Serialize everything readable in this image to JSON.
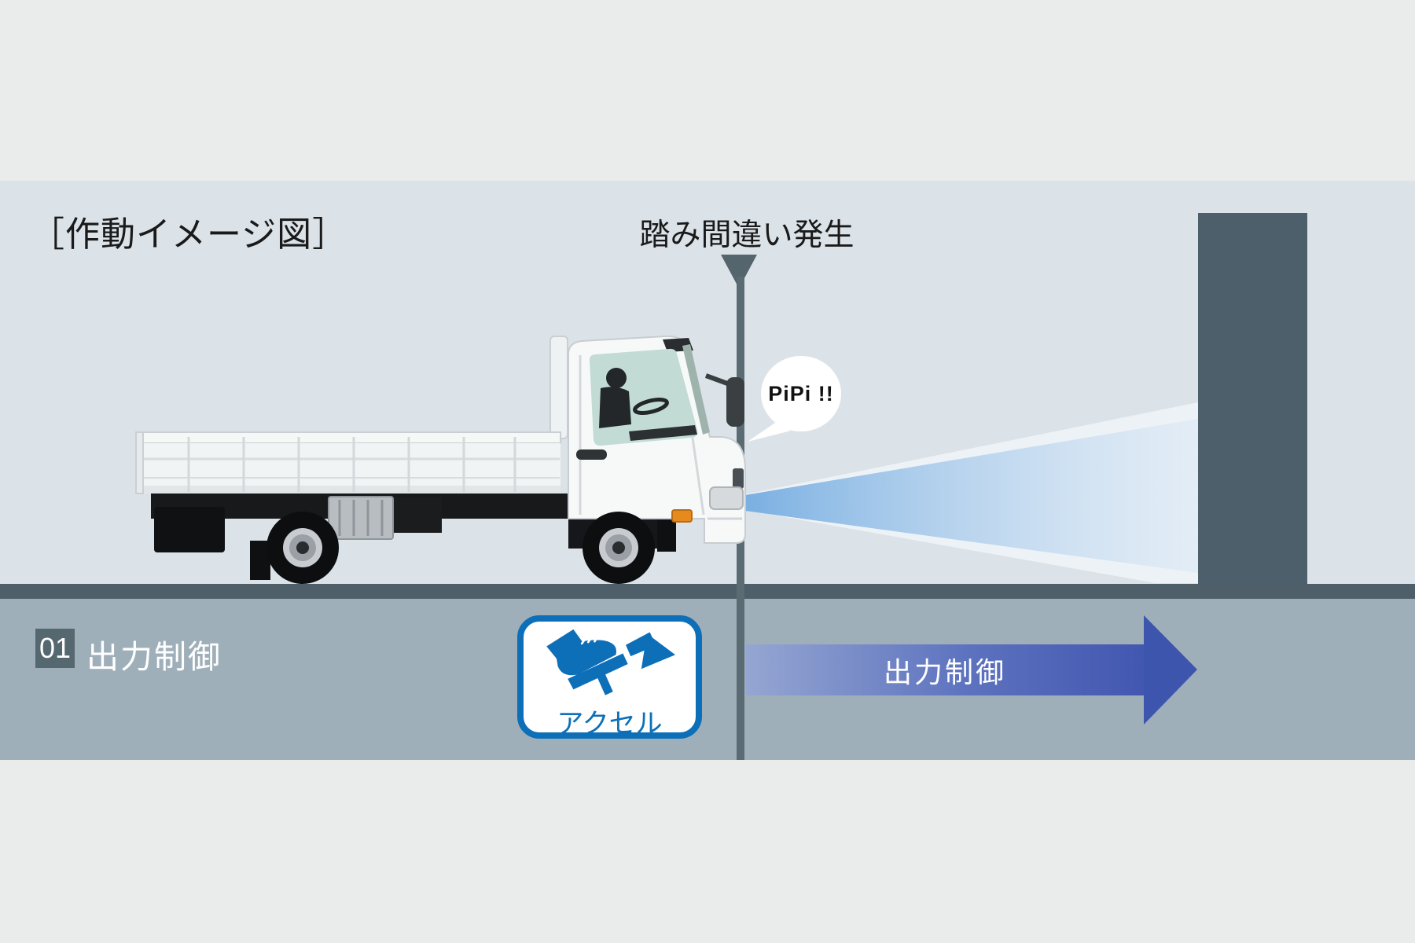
{
  "title": "［作動イメージ図］",
  "timeline": {
    "event_label": "踏み間違い発生",
    "marker": "down-triangle"
  },
  "alert_bubble": {
    "text": "PiPi !!"
  },
  "step": {
    "number": "01",
    "label": "出力制御"
  },
  "pedal_icon": {
    "label": "アクセル",
    "meaning": "accelerator-pedal-pressed-icon"
  },
  "control_arrow": {
    "label": "出力制御",
    "direction": "right"
  },
  "scene": {
    "vehicle": "flatbed-truck-side-view",
    "obstacle": "wall-pillar",
    "sensor": "forward-detection-beam"
  },
  "colors": {
    "page_bg": "#eaebeb",
    "diagram_bg": "#dce3e8",
    "road": "#4e5f69",
    "control_band": "#9fafba",
    "badge_bg": "#55676f",
    "pillar": "#4d5f6b",
    "timeline_line": "#5a6b74",
    "beam_start": "#74ace1",
    "beam_end": "#d7e6f4",
    "arrow_gradient_start": "#95a6d2",
    "arrow_gradient_end": "#4257b0",
    "arrow_head": "#3e55ad",
    "icon_blue": "#0d6fb8",
    "text_dark": "#1a1a1a",
    "text_white": "#ffffff"
  }
}
